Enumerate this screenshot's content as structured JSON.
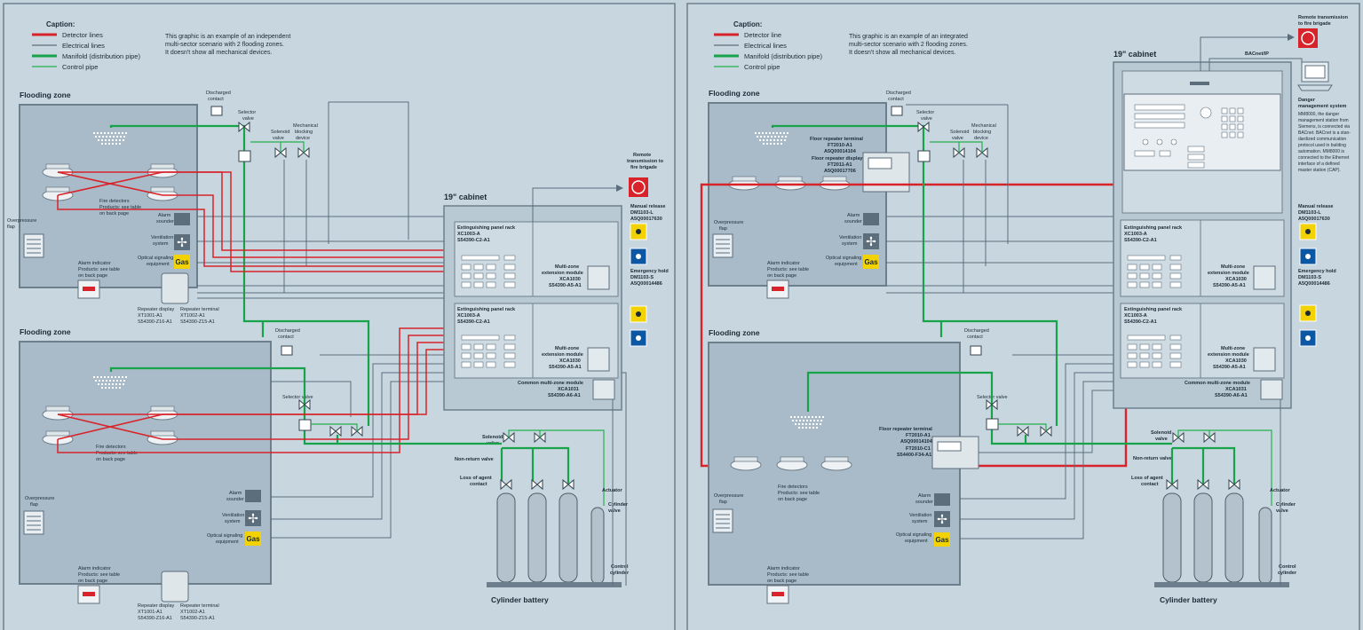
{
  "left": {
    "caption": {
      "title": "Caption:",
      "items": [
        "Detector lines",
        "Electrical lines",
        "Manifold (distribution pipe)",
        "Control pipe"
      ]
    },
    "intro": [
      "This graphic is an example of an independent",
      "multi-sector scenario with 2 flooding zones.",
      "It doesn't show all mechanical devices."
    ],
    "zone1": {
      "title": "Flooding zone",
      "fire_detectors": [
        "Fire detectors",
        "Products: see table",
        "on back page"
      ],
      "overpressure": [
        "Overpressure",
        "flap"
      ],
      "alarm_sounder": [
        "Alarm",
        "sounder"
      ],
      "ventilation": [
        "Ventilation",
        "system"
      ],
      "optical": [
        "Optical signaling",
        "equipment"
      ],
      "gas": "Gas",
      "alarm_indicator": [
        "Alarm indicator",
        "Products: see table",
        "on back page"
      ],
      "repeater_display": [
        "Repeater display",
        "XT1001-A1",
        "S54390-Z16-A1"
      ],
      "repeater_terminal": [
        "Repeater terminal",
        "XT1002-A1",
        "S54390-Z15-A1"
      ],
      "discharged": [
        "Discharged",
        "contact"
      ],
      "selector": [
        "Selector",
        "valve"
      ],
      "solenoid": [
        "Solenoid",
        "valve"
      ],
      "blocking": [
        "Mechanical",
        "blocking",
        "device"
      ]
    },
    "zone2": {
      "title": "Flooding zone",
      "fire_detectors": [
        "Fire detectors",
        "Products: see table",
        "on back page"
      ],
      "overpressure": [
        "Overpressure",
        "flap"
      ],
      "alarm_sounder": [
        "Alarm",
        "sounder"
      ],
      "ventilation": [
        "Ventilation",
        "system"
      ],
      "optical": [
        "Optical signaling",
        "equipment"
      ],
      "gas": "Gas",
      "alarm_indicator": [
        "Alarm indicator",
        "Products: see table",
        "on back page"
      ],
      "repeater_display": [
        "Repeater display",
        "XT1001-A1",
        "S54390-Z16-A1"
      ],
      "repeater_terminal": [
        "Repeater terminal",
        "XT1002-A1",
        "S54390-Z15-A1"
      ],
      "discharged": [
        "Discharged",
        "contact"
      ],
      "selector": "Selector valve"
    },
    "cabinet": {
      "title": "19\" cabinet",
      "rack1": [
        "Extinguishing panel rack",
        "XC1003-A",
        "S54390-C2-A1"
      ],
      "rack2": [
        "Extinguishing panel rack",
        "XC1003-A",
        "S54390-C2-A1"
      ],
      "mz1": [
        "Multi-zone",
        "extension module",
        "XCA1030",
        "S54390-A5-A1"
      ],
      "mz2": [
        "Multi-zone",
        "extension module",
        "XCA1030",
        "S54390-A5-A1"
      ],
      "common": [
        "Common multi-zone module",
        "XCA1031",
        "S54390-A6-A1"
      ]
    },
    "remote": [
      "Remote",
      "transmission to",
      "fire brigade"
    ],
    "manual": [
      "Manual release",
      "DM1103-L",
      "A5Q00017630"
    ],
    "hold": [
      "Emergency hold",
      "DM1103-S",
      "A5Q00014486"
    ],
    "battery": {
      "title": "Cylinder battery",
      "solenoid": [
        "Solenoid",
        "valve"
      ],
      "nonreturn": "Non-return valve",
      "loss": [
        "Loss of agent",
        "contact"
      ],
      "actuator": "Actuator",
      "cylinder_valve": [
        "Cylinder",
        "valve"
      ],
      "control": [
        "Control",
        "cylinder"
      ]
    }
  },
  "right": {
    "caption": {
      "title": "Caption:",
      "items": [
        "Detector line",
        "Electrical lines",
        "Manifold (distribution pipe)",
        "Control pipe"
      ]
    },
    "intro": [
      "This graphic is an example of an integrated",
      "multi-sector scenario with 2 flooding zones.",
      "It doesn't show all mechanical devices."
    ],
    "zone1": {
      "title": "Flooding zone",
      "frt": [
        "Floor repeater terminal",
        "FT2010-A1",
        "A5Q00014104"
      ],
      "frd": [
        "Floor repeater display",
        "FT2011-A1",
        "A5Q00017706"
      ],
      "overpressure": [
        "Overpressure",
        "flap"
      ],
      "alarm_sounder": [
        "Alarm",
        "sounder"
      ],
      "ventilation": [
        "Ventilation",
        "system"
      ],
      "optical": [
        "Optical signaling",
        "equipment"
      ],
      "gas": "Gas",
      "alarm_indicator": [
        "Alarm indicator",
        "Products: see table",
        "on back page"
      ],
      "discharged": [
        "Discharged",
        "contact"
      ],
      "selector": [
        "Selector",
        "valve"
      ],
      "solenoid": [
        "Solenoid",
        "valve"
      ],
      "blocking": [
        "Mechanical",
        "blocking",
        "device"
      ]
    },
    "zone2": {
      "title": "Flooding zone",
      "frt": [
        "Floor repeater terminal",
        "FT2010-A1",
        "A5Q00014104",
        "FT2010-C1",
        "S54400-F34-A1"
      ],
      "fire_detectors": [
        "Fire detectors",
        "Products: see table",
        "on back page"
      ],
      "overpressure": [
        "Overpressure",
        "flap"
      ],
      "alarm_sounder": [
        "Alarm",
        "sounder"
      ],
      "ventilation": [
        "Ventilation",
        "system"
      ],
      "optical": [
        "Optical signaling",
        "equipment"
      ],
      "gas": "Gas",
      "alarm_indicator": [
        "Alarm indicator",
        "Products: see table",
        "on back page"
      ],
      "discharged": [
        "Discharged",
        "contact"
      ],
      "selector": "Selector valve"
    },
    "cabinet": {
      "title": "19\" cabinet",
      "rack1": [
        "Extinguishing panel rack",
        "XC1003-A",
        "S54390-C2-A1"
      ],
      "rack2": [
        "Extinguishing panel rack",
        "XC1003-A",
        "S54390-C2-A1"
      ],
      "mz1": [
        "Multi-zone",
        "extension module",
        "XCA1030",
        "S54390-A5-A1"
      ],
      "mz2": [
        "Multi-zone",
        "extension module",
        "XCA1030",
        "S54390-A5-A1"
      ],
      "common": [
        "Common multi-zone module",
        "XCA1031",
        "S54390-A6-A1"
      ]
    },
    "remote": [
      "Remote transmission",
      "to fire brigade"
    ],
    "bacnet": "BACnet/IP",
    "danger": [
      "Danger",
      "management system"
    ],
    "mm_text": [
      "MM8000, the danger",
      "management station from",
      "Siemens, is connected via",
      "BACnet. BACnet is a stan-",
      "dardized communication",
      "protocol used in building",
      "automation. MM8000 is",
      "connected to the Ethernet",
      "interface of a defined",
      "master station (CAP)."
    ],
    "manual": [
      "Manual release",
      "DM1103-L",
      "A5Q00017630"
    ],
    "hold": [
      "Emergency hold",
      "DM1103-S",
      "A5Q00014486"
    ],
    "battery": {
      "title": "Cylinder battery",
      "solenoid": [
        "Solenoid",
        "valve"
      ],
      "nonreturn": "Non-return valve",
      "loss": [
        "Loss of agent",
        "contact"
      ],
      "actuator": "Actuator",
      "cylinder_valve": [
        "Cylinder",
        "valve"
      ],
      "control": [
        "Control",
        "cylinder"
      ]
    }
  },
  "colors": {
    "detector": "#d8232a",
    "electrical": "#5c6e7c",
    "manifold": "#16a34a",
    "control": "#22b14c",
    "zone_fill": "#a9bbc8",
    "panel_fill": "#b9c9d4",
    "gas": "#f2d200",
    "hold_blue": "#0b57a4",
    "manual_yellow": "#f2d200"
  }
}
